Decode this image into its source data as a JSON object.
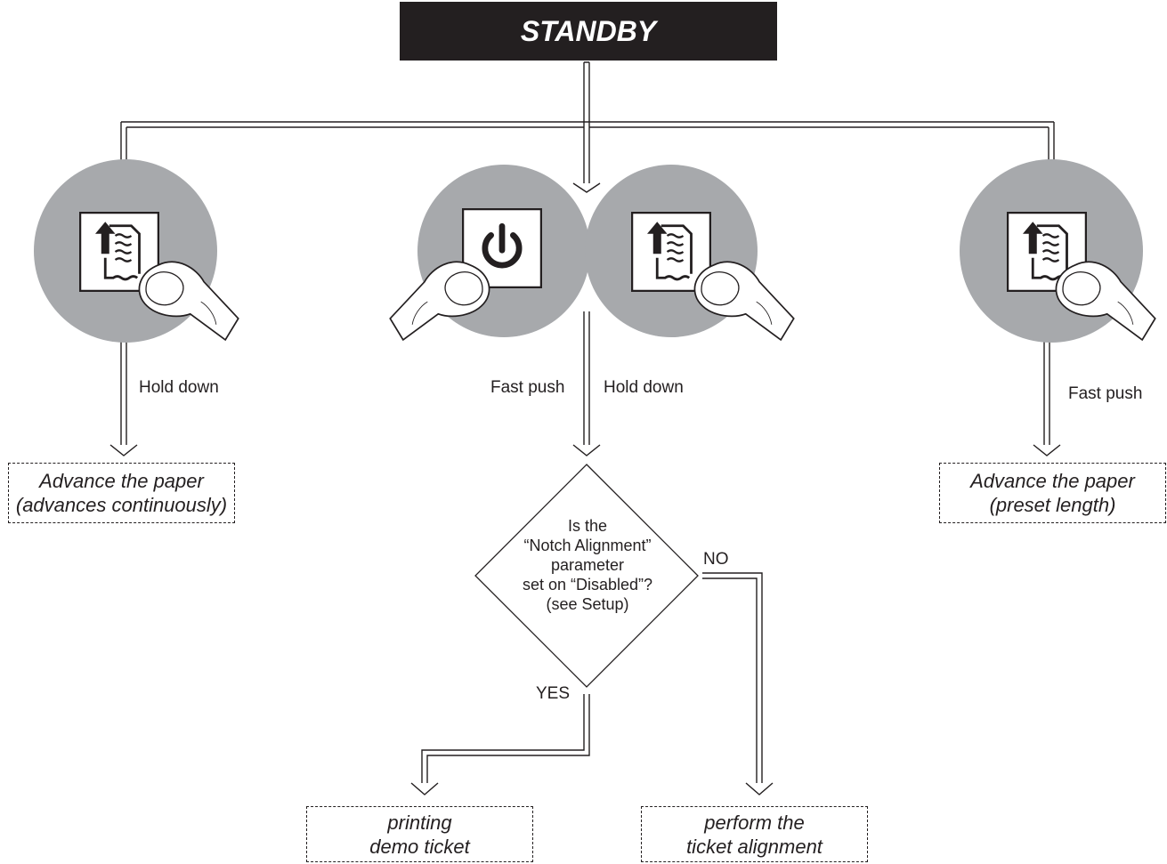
{
  "title": "STANDBY",
  "colors": {
    "ink": "#231f20",
    "circle": "#a7a9ac",
    "button_face": "#ffffff"
  },
  "buttons": [
    {
      "name": "feed-button-left",
      "icon": "paper-feed-icon"
    },
    {
      "name": "power-button",
      "icon": "power-icon"
    },
    {
      "name": "feed-button-center",
      "icon": "paper-feed-icon"
    },
    {
      "name": "feed-button-right",
      "icon": "paper-feed-icon"
    }
  ],
  "labels": {
    "left_action": "Hold down",
    "center_power_action": "Fast push",
    "center_feed_action": "Hold down",
    "right_action": "Fast push",
    "no": "NO",
    "yes": "YES"
  },
  "outcomes": {
    "advance_continuous": [
      "Advance the paper",
      "(advances continuously)"
    ],
    "advance_preset": [
      "Advance the paper",
      "(preset length)"
    ],
    "demo_ticket": [
      "printing",
      "demo ticket"
    ],
    "ticket_alignment": [
      "perform the",
      "ticket alignment"
    ]
  },
  "decision": {
    "lines": [
      "Is the",
      "“Notch Alignment”",
      "parameter",
      "set on “Disabled”?",
      "(see Setup)"
    ]
  }
}
